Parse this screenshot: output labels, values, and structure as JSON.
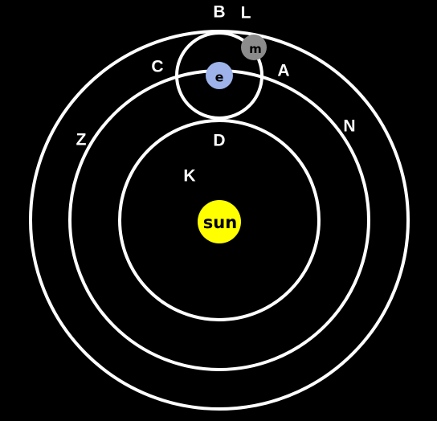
{
  "labels": {
    "b": "B",
    "l": "L",
    "c": "C",
    "a": "A",
    "n": "N",
    "z": "Z",
    "d": "D",
    "k": "K"
  },
  "bodies": {
    "sun": {
      "label": "sun",
      "color": "#ffff00",
      "text_color": "#000000"
    },
    "earth": {
      "label": "e",
      "color": "#9db3ea",
      "text_color": "#000000"
    },
    "moon": {
      "label": "m",
      "color": "#8c8c8c",
      "text_color": "#000000"
    }
  },
  "colors": {
    "background": "#000000",
    "orbit_stroke": "#ffffff",
    "label_text": "#ffffff"
  }
}
